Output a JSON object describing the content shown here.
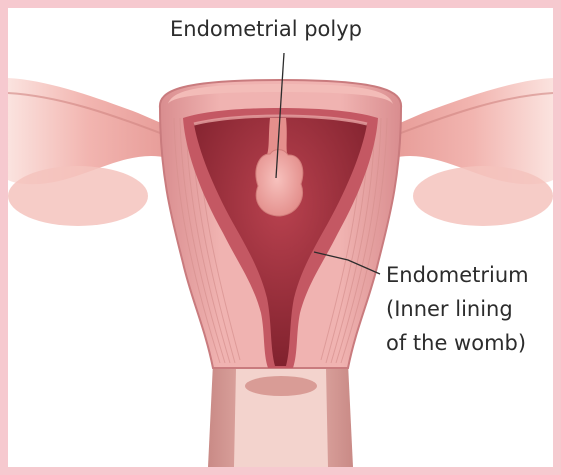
{
  "labels": {
    "polyp": "Endometrial polyp",
    "endometrium_line1": "Endometrium",
    "endometrium_line2": "(Inner lining",
    "endometrium_line3": "of the womb)"
  },
  "colors": {
    "frame_border": "#f6c9cf",
    "background": "#ffffff",
    "uterine_wall": "#e9a3a4",
    "uterine_wall_shadow": "#c97b7e",
    "cavity_dark": "#8f2a35",
    "endometrium": "#b3444f",
    "polyp": "#f1a9a6",
    "fallopian_tube": "#f2b5b0",
    "leader_line": "#2c2c2c"
  }
}
